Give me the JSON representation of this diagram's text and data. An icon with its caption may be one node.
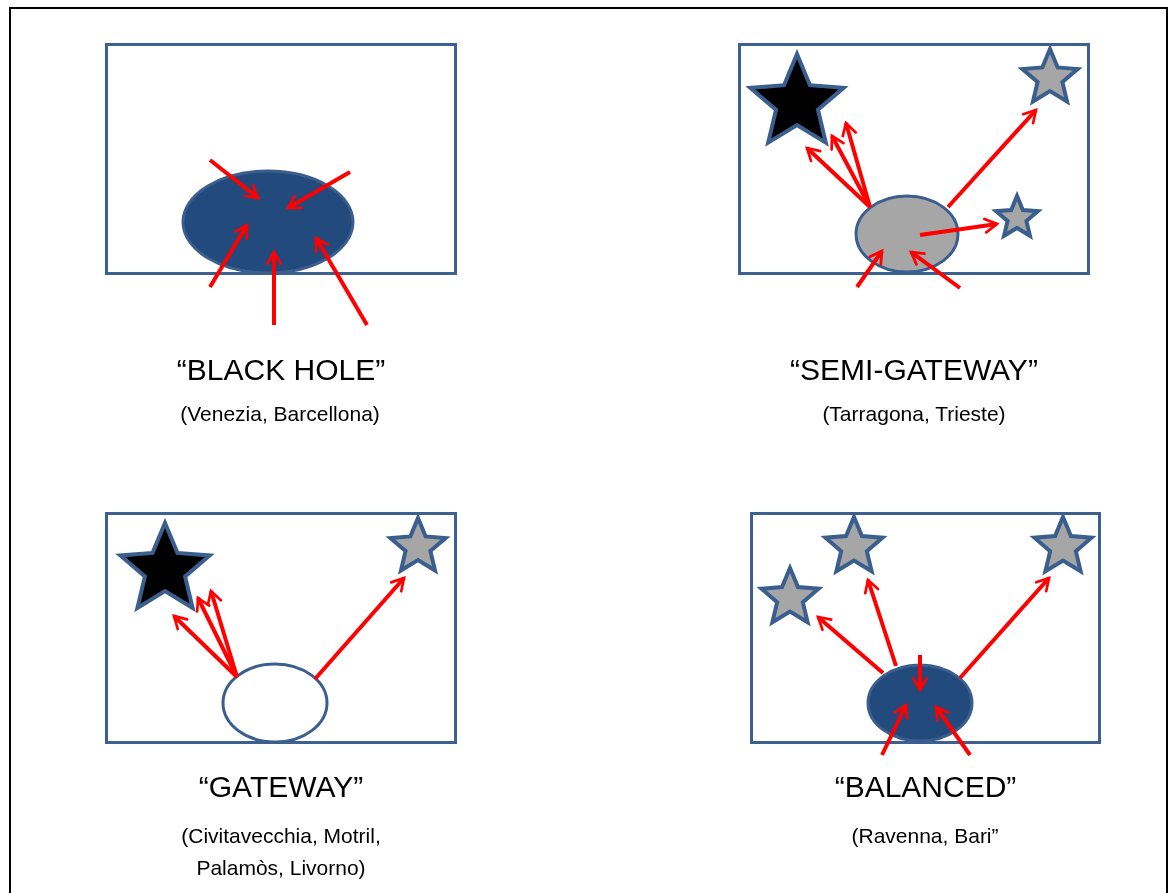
{
  "diagram": {
    "nodes": [
      {
        "text": [
          "“BLACK HOLE”"
        ]
      },
      {
        "text": [],
        "shape": "ellipse",
        "in": 0
      },
      {
        "text": [
          "“SEMI-GATEWAY”"
        ]
      },
      {
        "text": [],
        "shape": "star",
        "in": 2
      },
      {
        "text": [],
        "shape": "star",
        "in": 2
      },
      {
        "text": [],
        "shape": "ellipse",
        "in": 2
      },
      {
        "text": [],
        "shape": "star",
        "in": 2
      },
      {
        "text": [
          "“GATEWAY”"
        ]
      },
      {
        "text": [],
        "shape": "star",
        "in": 7
      },
      {
        "text": [],
        "shape": "star",
        "in": 7
      },
      {
        "text": [],
        "shape": "ellipse",
        "in": 7
      },
      {
        "text": [
          "“BALANCED”"
        ]
      },
      {
        "text": [],
        "shape": "star",
        "in": 11
      },
      {
        "text": [],
        "shape": "star",
        "in": 11
      },
      {
        "text": [],
        "shape": "star",
        "in": 11
      },
      {
        "text": [],
        "shape": "ellipse",
        "in": 11
      }
    ],
    "edges": [
      {
        "from": null,
        "to": 1,
        "arrow": "to"
      },
      {
        "from": null,
        "to": 1,
        "arrow": "to"
      },
      {
        "from": null,
        "to": 1,
        "arrow": "to"
      },
      {
        "from": null,
        "to": 1,
        "arrow": "to"
      },
      {
        "from": null,
        "to": 1,
        "arrow": "to"
      },
      {
        "from": 5,
        "to": 3,
        "arrow": "to"
      },
      {
        "from": 5,
        "to": 3,
        "arrow": "to"
      },
      {
        "from": 5,
        "to": 3,
        "arrow": "to"
      },
      {
        "from": 5,
        "to": 4,
        "arrow": "to"
      },
      {
        "from": 5,
        "to": 6,
        "arrow": "to"
      },
      {
        "from": null,
        "to": 5,
        "arrow": "to"
      },
      {
        "from": null,
        "to": 5,
        "arrow": "to"
      },
      {
        "from": 10,
        "to": 8,
        "arrow": "to"
      },
      {
        "from": 10,
        "to": 8,
        "arrow": "to"
      },
      {
        "from": 10,
        "to": 8,
        "arrow": "to"
      },
      {
        "from": 10,
        "to": 9,
        "arrow": "to"
      },
      {
        "from": 15,
        "to": 12,
        "arrow": "to"
      },
      {
        "from": 15,
        "to": 13,
        "arrow": "to"
      },
      {
        "from": 15,
        "to": 14,
        "arrow": "to"
      },
      {
        "from": null,
        "to": 15,
        "arrow": "to"
      },
      {
        "from": null,
        "to": 15,
        "arrow": "to"
      },
      {
        "from": null,
        "to": 15,
        "arrow": "to"
      }
    ],
    "labels": [
      "(Venezia, Barcellona)",
      "(Tarragona, Trieste)",
      "(Civitavecchia, Motril, Palamòs, Livorno)",
      "(Ravenna, Bari”"
    ]
  }
}
